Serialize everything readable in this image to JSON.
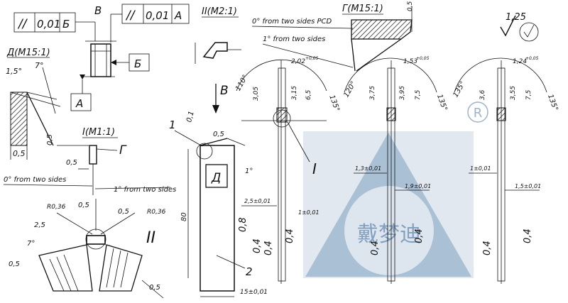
{
  "frames": {
    "flatness_left": {
      "symbol": "//",
      "value": "0,01",
      "datum": "Б"
    },
    "flatness_right": {
      "symbol": "//",
      "value": "0,01",
      "datum": "A"
    }
  },
  "labels": {
    "view_b": "В",
    "view_b_arrow": "В",
    "datum_b": "Б",
    "datum_a": "A",
    "detail_d": "Д(M15:1)",
    "detail_g": "Г(M15:1)",
    "detail_i": "I(M1:1)",
    "detail_ii": "II(M2:1)",
    "label_g": "Г",
    "label_d": "Д",
    "roman_i": "I",
    "roman_ii": "II",
    "leader_1": "1",
    "leader_2": "2",
    "roughness_value": "1,25",
    "note_zero_two_sides_top": "0° from two sides PCD",
    "note_one_two_sides_top": "1° from two sides",
    "note_zero_two_sides_left": "0° from two sides",
    "note_one_two_sides_left": "1° from two sides",
    "watermark": "戴梦迪",
    "watermark_r": "R"
  },
  "dims": {
    "d_1_5": "1,5°",
    "d_7": "7°",
    "d_05_a": "0,5",
    "d_05_b": "0,5",
    "d_05_c": "0,5",
    "d_05_d": "0,5",
    "d_05_e": "0,5",
    "d_05_f": "0,5",
    "d_05_g": "0,5",
    "d_r036_a": "R0,36",
    "d_r036_b": "R0,36",
    "d_25": "2,5",
    "d_7b": "7°",
    "d_01": "0,1",
    "d_80": "80",
    "d_15": "15±0,01",
    "d_08": "0,8",
    "d_04_a": "0,4",
    "d_04_b": "0,4",
    "d_04_c": "0,4",
    "d_04_d": "0,4",
    "d_04_e": "0,4",
    "d_04_f": "0,4",
    "d_1deg": "1°",
    "d_25pm": "2,5±0,01",
    "d_1pm": "1±0,01",
    "d_13pm": "1,3±0,01",
    "d_19pm": "1,9±0,01",
    "d_1pm_b": "1±0,01",
    "d_15pm_b": "1,5±0,01",
    "d_202": "2,02",
    "d_153": "1,53",
    "d_124": "1,24",
    "tol_plus": "+0,05",
    "d_110": "110°",
    "d_120": "120°",
    "d_135": "135°",
    "d_135b": "135°",
    "d_135c": "135°",
    "d_135d": "135°",
    "d_305": "3,05",
    "d_315": "3,15",
    "d_65": "6,5",
    "d_375": "3,75",
    "d_395": "3,95",
    "d_75": "7,5",
    "d_36": "3,6",
    "d_355": "3,55",
    "d_75b": "7,5"
  }
}
